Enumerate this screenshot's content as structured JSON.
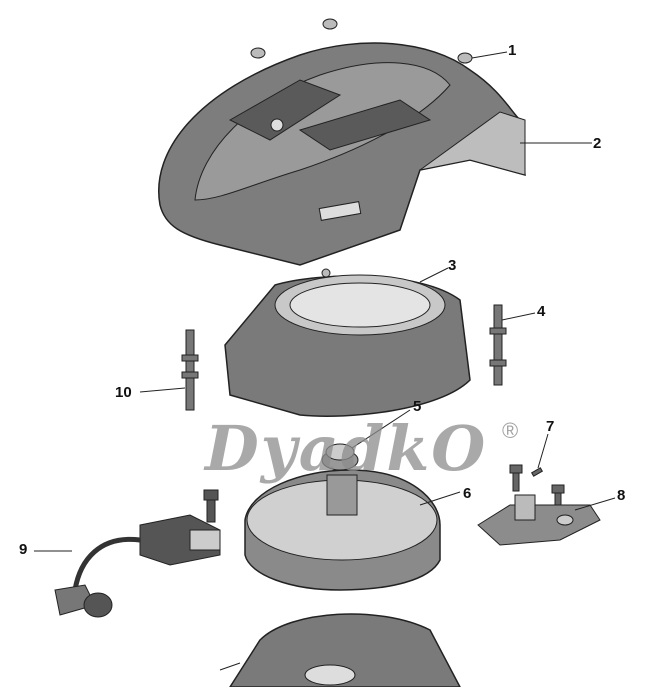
{
  "watermark": {
    "text": "DyadkO",
    "registered": "®"
  },
  "callouts": [
    "1",
    "2",
    "3",
    "4",
    "5",
    "6",
    "7",
    "8",
    "9",
    "10"
  ]
}
